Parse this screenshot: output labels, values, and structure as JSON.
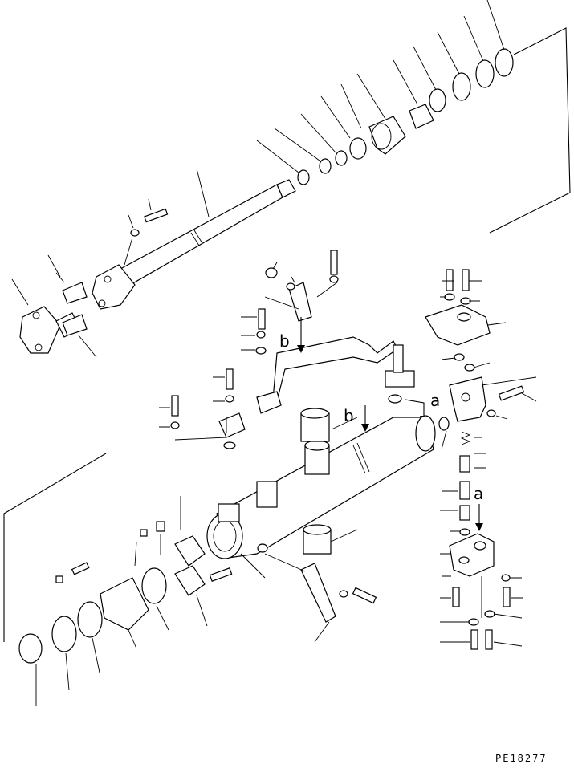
{
  "diagram": {
    "ref_labels": [
      "b",
      "a",
      "b",
      "a"
    ],
    "drawing_code": "PE18277"
  }
}
